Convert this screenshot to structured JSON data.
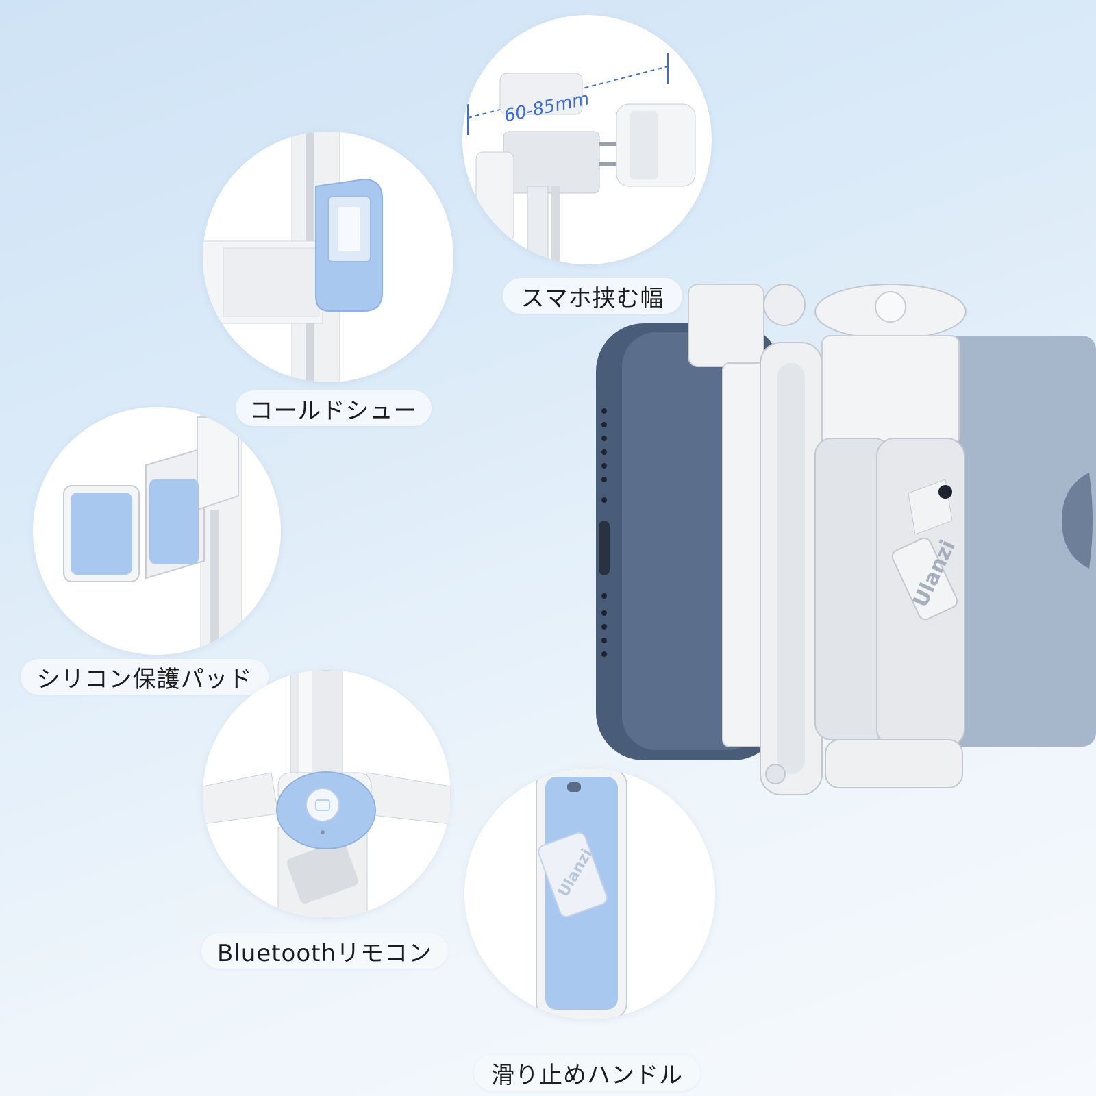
{
  "features": {
    "phone_width": {
      "label": "スマホ挟む幅",
      "measurement": "60-85mm"
    },
    "cold_shoe": {
      "label": "コールドシュー"
    },
    "silicone_pad": {
      "label": "シリコン保護パッド"
    },
    "bluetooth_remote": {
      "label": "Bluetoothリモコン"
    },
    "grip": {
      "label": "滑り止めハンドル"
    }
  },
  "brand": {
    "logo_text": "Ulanzi"
  },
  "colors": {
    "accent_blue": "#a9c8ef",
    "phone_blue": "#4a5d78",
    "plastic_white": "#f2f3f5",
    "dimension_blue": "#3a6fd6"
  }
}
